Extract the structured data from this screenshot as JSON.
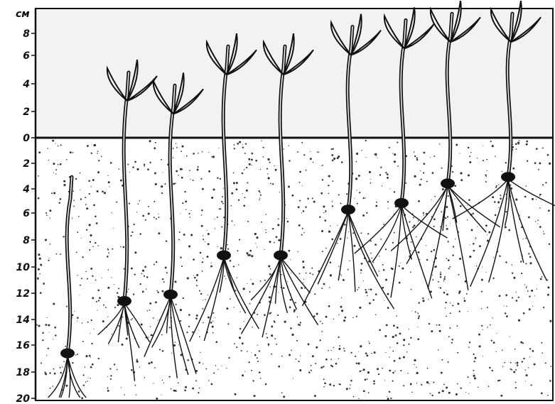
{
  "scale": {
    "unit": "см",
    "ticks_above": [
      "8",
      "6",
      "4",
      "2"
    ],
    "zero": "0",
    "ticks_below": [
      "2",
      "4",
      "6",
      "8",
      "10",
      "12",
      "14",
      "16",
      "18",
      "20"
    ]
  },
  "seedlings": [
    {
      "seed_depth_cm": 16.5,
      "shoot_top_cm": -3.0
    },
    {
      "seed_depth_cm": 12.5,
      "shoot_top_cm": 5.0
    },
    {
      "seed_depth_cm": 12.0,
      "shoot_top_cm": 4.0
    },
    {
      "seed_depth_cm": 9.0,
      "shoot_top_cm": 7.0
    },
    {
      "seed_depth_cm": 9.0,
      "shoot_top_cm": 7.0
    },
    {
      "seed_depth_cm": 5.5,
      "shoot_top_cm": 8.5
    },
    {
      "seed_depth_cm": 5.0,
      "shoot_top_cm": 9.0
    },
    {
      "seed_depth_cm": 3.5,
      "shoot_top_cm": 9.5
    },
    {
      "seed_depth_cm": 3.0,
      "shoot_top_cm": 9.5
    }
  ]
}
